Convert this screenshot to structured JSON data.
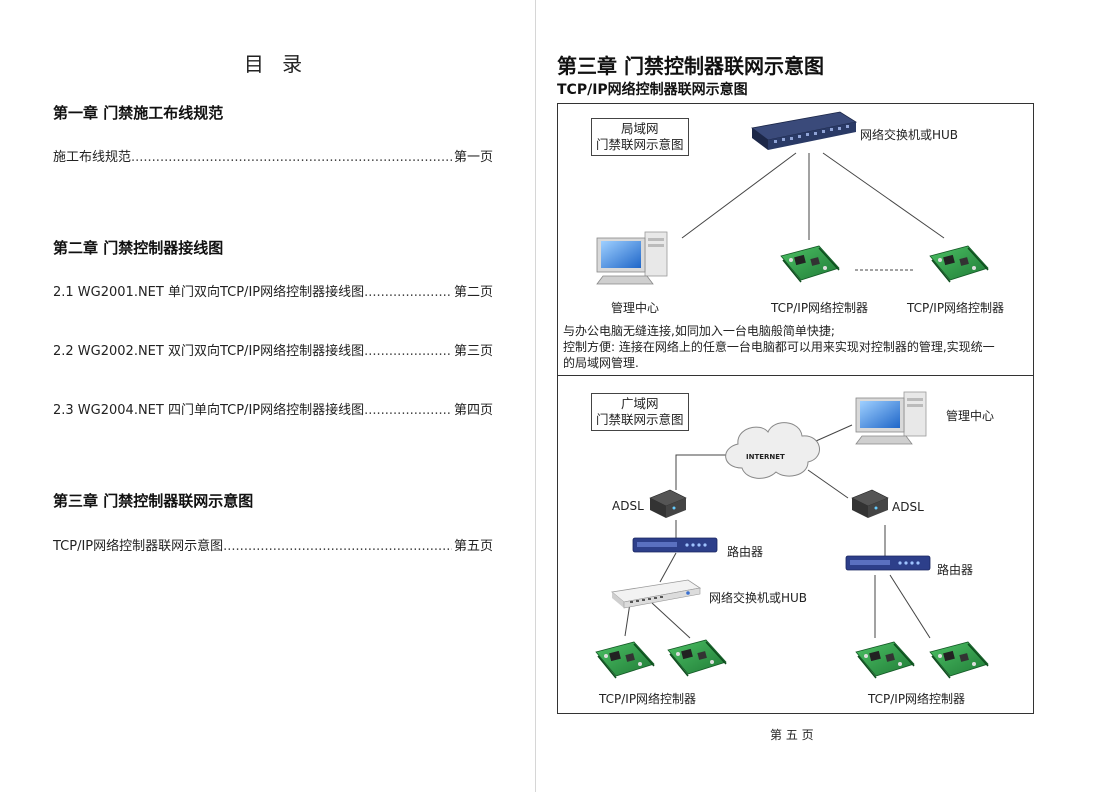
{
  "toc": {
    "title": "目 录",
    "chapters": [
      {
        "heading": "第一章  门禁施工布线规范",
        "entries": [
          {
            "label": "施工布线规范",
            "page": "第一页"
          }
        ]
      },
      {
        "heading": "第二章  门禁控制器接线图",
        "entries": [
          {
            "label": "2.1 WG2001.NET 单门双向TCP/IP网络控制器接线图",
            "page": "第二页"
          },
          {
            "label": "2.2 WG2002.NET 双门双向TCP/IP网络控制器接线图",
            "page": "第三页"
          },
          {
            "label": "2.3 WG2004.NET 四门单向TCP/IP网络控制器接线图",
            "page": "第四页"
          }
        ]
      },
      {
        "heading": "第三章  门禁控制器联网示意图",
        "entries": [
          {
            "label": "TCP/IP网络控制器联网示意图",
            "page": "第五页"
          }
        ]
      }
    ]
  },
  "right": {
    "title": "第三章 门禁控制器联网示意图",
    "subtitle": "TCP/IP网络控制器联网示意图",
    "lan": {
      "box_line1": "局域网",
      "box_line2": "门禁联网示意图",
      "switch": "网络交换机或HUB",
      "manager": "管理中心",
      "ctrl1": "TCP/IP网络控制器",
      "ctrl2": "TCP/IP网络控制器",
      "desc_line1": "与办公电脑无缝连接,如同加入一台电脑般简单快捷;",
      "desc_line2": "控制方便: 连接在网络上的任意一台电脑都可以用来实现对控制器的管理,实现统一",
      "desc_line3": "的局域网管理."
    },
    "wan": {
      "box_line1": "广域网",
      "box_line2": "门禁联网示意图",
      "manager": "管理中心",
      "internet": "INTERNET",
      "adsl_left": "ADSL",
      "adsl_right": "ADSL",
      "router_left": "路由器",
      "router_right": "路由器",
      "switch": "网络交换机或HUB",
      "ctrl_left": "TCP/IP网络控制器",
      "ctrl_right": "TCP/IP网络控制器"
    },
    "footer": "第 五 页"
  },
  "colors": {
    "switch_body": "#2a3a66",
    "router_body": "#2d3f8a",
    "pcb_green": "#2f9a48",
    "monitor_blue": "#1f66c8"
  }
}
